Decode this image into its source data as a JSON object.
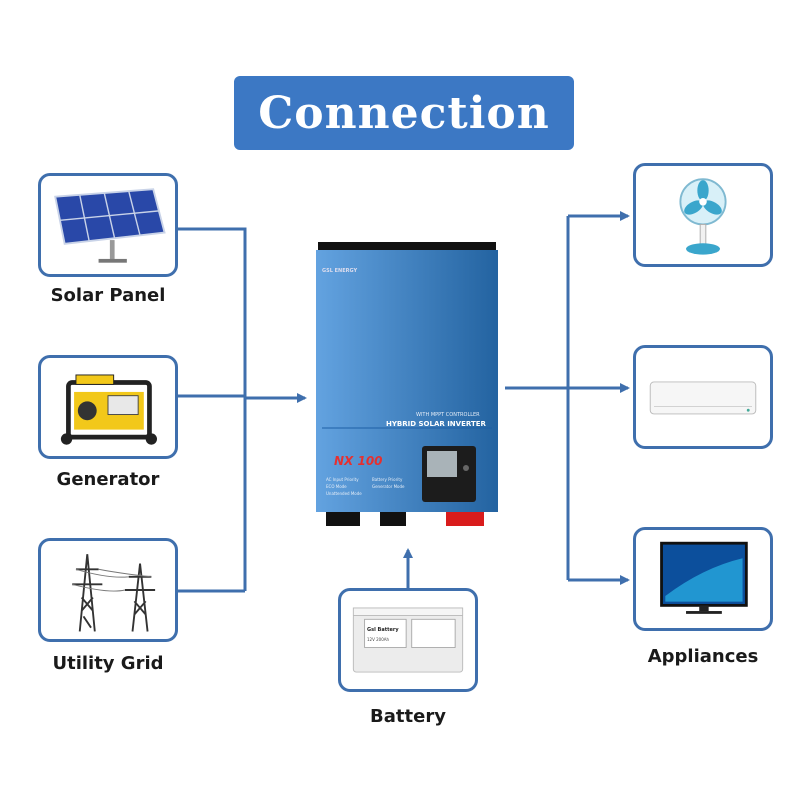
{
  "title": "Connection",
  "sources": [
    {
      "label": "Solar Panel",
      "icon": "solar-panel-icon"
    },
    {
      "label": "Generator",
      "icon": "generator-icon"
    },
    {
      "label": "Utility Grid",
      "icon": "transmission-tower-icon"
    }
  ],
  "battery": {
    "label": "Battery",
    "icon": "battery-icon",
    "brand": "Gsl Battery",
    "model": "12V 200Ah"
  },
  "outputs": {
    "label": "Appliances",
    "items": [
      {
        "icon": "fan-icon"
      },
      {
        "icon": "air-conditioner-icon"
      },
      {
        "icon": "television-icon"
      }
    ]
  },
  "inverter": {
    "brand": "GSL ENERGY",
    "subtitle": "WITH MPPT CONTROLLER",
    "title": "HYBRID SOLAR INVERTER",
    "model": "NX 100",
    "features": [
      "AC Input Priority",
      "ECO Mode",
      "Unattended Mode",
      "Battery Priority",
      "Generator Mode"
    ]
  },
  "colors": {
    "accent": "#3c78c4",
    "connector": "#3f6fad",
    "inverter_body": "#2f84d6"
  }
}
